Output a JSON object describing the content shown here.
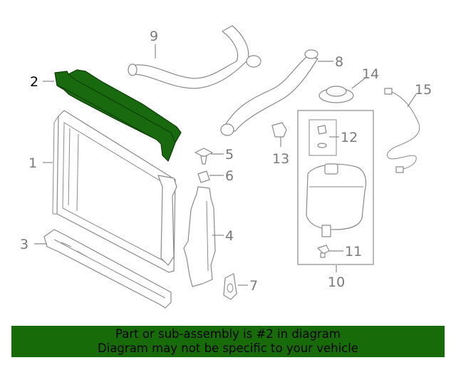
{
  "callouts": [
    {
      "id": "1",
      "label": "1"
    },
    {
      "id": "2",
      "label": "2"
    },
    {
      "id": "3",
      "label": "3"
    },
    {
      "id": "4",
      "label": "4"
    },
    {
      "id": "5",
      "label": "5"
    },
    {
      "id": "6",
      "label": "6"
    },
    {
      "id": "7",
      "label": "7"
    },
    {
      "id": "8",
      "label": "8"
    },
    {
      "id": "9",
      "label": "9"
    },
    {
      "id": "10",
      "label": "10"
    },
    {
      "id": "11",
      "label": "11"
    },
    {
      "id": "12",
      "label": "12"
    },
    {
      "id": "13",
      "label": "13"
    },
    {
      "id": "14",
      "label": "14"
    },
    {
      "id": "15",
      "label": "15"
    }
  ],
  "highlighted_part": "2",
  "colors": {
    "highlight_fill": "#19690e",
    "banner_background": "#176b08",
    "line_art": "#8a8a8a",
    "label_text": "#7a7a7a"
  },
  "banner": {
    "line1": "Part or sub-assembly is #2 in diagram",
    "line2": "Diagram may not be specific to your vehicle"
  }
}
